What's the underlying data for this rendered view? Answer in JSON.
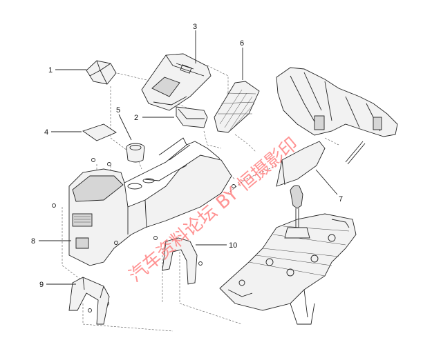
{
  "callouts": [
    {
      "id": "c1",
      "label": "1"
    },
    {
      "id": "c2",
      "label": "2"
    },
    {
      "id": "c3",
      "label": "3"
    },
    {
      "id": "c4",
      "label": "4"
    },
    {
      "id": "c5",
      "label": "5"
    },
    {
      "id": "c6",
      "label": "6"
    },
    {
      "id": "c7",
      "label": "7"
    },
    {
      "id": "c8",
      "label": "8"
    },
    {
      "id": "c9",
      "label": "9"
    },
    {
      "id": "c10",
      "label": "10"
    }
  ],
  "watermark": "汽车资料论坛 BY 恒摄影印"
}
